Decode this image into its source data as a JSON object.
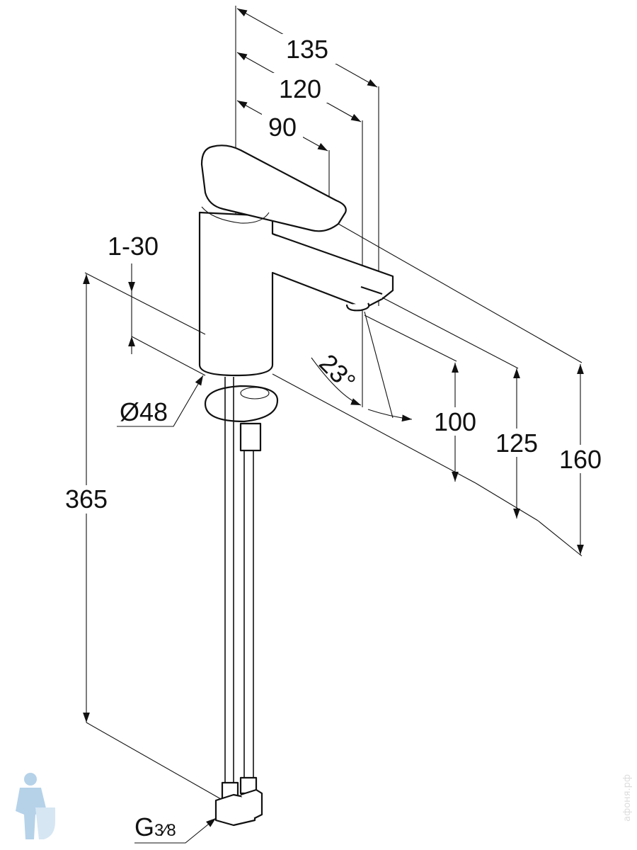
{
  "drawing": {
    "title": "Faucet dimension drawing",
    "dimensions": {
      "d135": "135",
      "d120": "120",
      "d90": "90",
      "d1_30": "1-30",
      "d365": "365",
      "d48": "Ø48",
      "angle": "23°",
      "d100": "100",
      "d125": "125",
      "d160": "160",
      "thread_main": "G",
      "thread_frac": "3⁄8"
    },
    "watermark": "афоня.рф",
    "colors": {
      "line": "#111111",
      "logo": "#a9cbe6"
    }
  }
}
